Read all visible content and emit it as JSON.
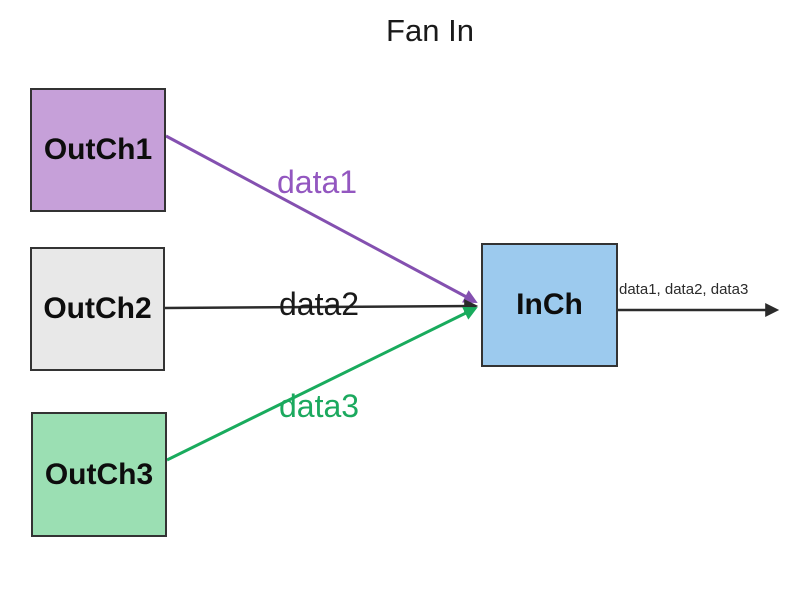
{
  "title": "Fan In",
  "colors": {
    "node_border": "#333333",
    "outch1_fill": "#C6A0D9",
    "outch2_fill": "#E8E8E8",
    "outch3_fill": "#9BDFB3",
    "inch_fill": "#9CCAEE",
    "arrow_purple": "#8450B0",
    "arrow_black": "#2B2B2B",
    "arrow_green": "#19AB5D",
    "label_purple": "#9357C0",
    "label_green": "#1BA95E",
    "label_black": "#1A1A1A"
  },
  "nodes": {
    "outch1": {
      "label": "OutCh1"
    },
    "outch2": {
      "label": "OutCh2"
    },
    "outch3": {
      "label": "OutCh3"
    },
    "inch": {
      "label": "InCh"
    }
  },
  "edges": {
    "data1": {
      "label": "data1"
    },
    "data2": {
      "label": "data2"
    },
    "data3": {
      "label": "data3"
    },
    "output": {
      "label": "data1, data2, data3"
    }
  }
}
